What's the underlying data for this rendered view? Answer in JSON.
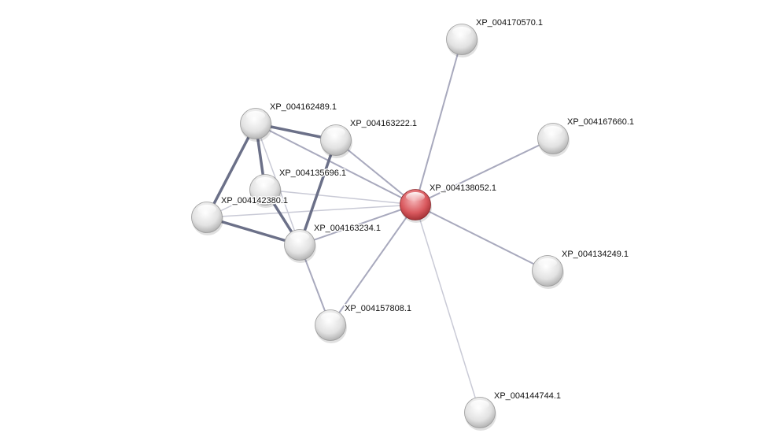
{
  "network": {
    "query_node": "n0",
    "nodes": [
      {
        "id": "n0",
        "label": "XP_004138052.1",
        "color": "#d9595e"
      },
      {
        "id": "n1",
        "label": "XP_004170570.1",
        "color": "#e0e0e0"
      },
      {
        "id": "n2",
        "label": "XP_004167660.1",
        "color": "#e0e0e0"
      },
      {
        "id": "n3",
        "label": "XP_004134249.1",
        "color": "#e0e0e0"
      },
      {
        "id": "n4",
        "label": "XP_004144744.1",
        "color": "#e0e0e0"
      },
      {
        "id": "n5",
        "label": "XP_004162489.1",
        "color": "#e0e0e0"
      },
      {
        "id": "n6",
        "label": "XP_004163222.1",
        "color": "#e0e0e0"
      },
      {
        "id": "n7",
        "label": "XP_004135696.1",
        "color": "#e0e0e0"
      },
      {
        "id": "n8",
        "label": "XP_004142380.1",
        "color": "#e0e0e0"
      },
      {
        "id": "n9",
        "label": "XP_004163234.1",
        "color": "#e0e0e0"
      },
      {
        "id": "n10",
        "label": "XP_004157808.1",
        "color": "#e0e0e0"
      }
    ],
    "edges": [
      {
        "a": "n0",
        "b": "n1",
        "strength": "medium"
      },
      {
        "a": "n0",
        "b": "n2",
        "strength": "medium"
      },
      {
        "a": "n0",
        "b": "n3",
        "strength": "medium"
      },
      {
        "a": "n0",
        "b": "n4",
        "strength": "weak"
      },
      {
        "a": "n0",
        "b": "n5",
        "strength": "medium"
      },
      {
        "a": "n0",
        "b": "n6",
        "strength": "medium"
      },
      {
        "a": "n0",
        "b": "n7",
        "strength": "weak"
      },
      {
        "a": "n0",
        "b": "n8",
        "strength": "weak"
      },
      {
        "a": "n0",
        "b": "n9",
        "strength": "medium"
      },
      {
        "a": "n0",
        "b": "n10",
        "strength": "medium"
      },
      {
        "a": "n5",
        "b": "n6",
        "strength": "strong"
      },
      {
        "a": "n5",
        "b": "n8",
        "strength": "strong"
      },
      {
        "a": "n5",
        "b": "n7",
        "strength": "strong"
      },
      {
        "a": "n5",
        "b": "n9",
        "strength": "weak"
      },
      {
        "a": "n6",
        "b": "n9",
        "strength": "strong"
      },
      {
        "a": "n7",
        "b": "n9",
        "strength": "strong"
      },
      {
        "a": "n8",
        "b": "n9",
        "strength": "strong"
      },
      {
        "a": "n8",
        "b": "n7",
        "strength": "weak"
      },
      {
        "a": "n9",
        "b": "n10",
        "strength": "medium"
      }
    ],
    "edge_colors": {
      "strong": "#6b7088",
      "medium": "#a8a9bd",
      "weak": "#c9cad6"
    }
  }
}
